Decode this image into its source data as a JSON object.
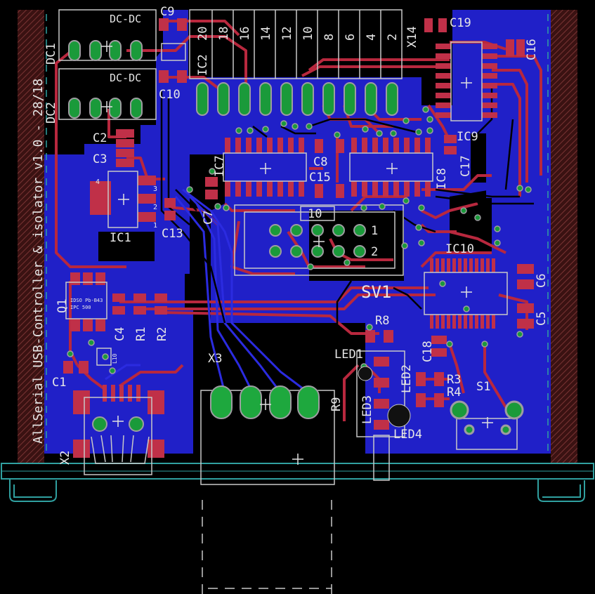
{
  "board": {
    "title": "AllSerial USB-Controller & isolator v1.0 - 28/18",
    "colors": {
      "background": "#000000",
      "bottom_copper": "#2020c8",
      "top_copper": "#b8283e",
      "pad": "#9d9da0",
      "via": "#1a9a3a",
      "silkscreen": "#d8d8d8",
      "component_outline": "#c0c0c0",
      "dimension": "#30a0a0",
      "hatched_edge": "#6a2a2a"
    }
  },
  "labels": {
    "dc1": "DC1",
    "dc2": "DC2",
    "dcdc1": "DC-DC",
    "dcdc2": "DC-DC",
    "c9": "C9",
    "c10": "C10",
    "c2": "C2",
    "c3": "C3",
    "c13": "C13",
    "ic1": "IC1",
    "ic2": "IC2",
    "ic7": "IC7",
    "ic8": "IC8",
    "ic9": "IC9",
    "ic10": "IC10",
    "c7": "C7",
    "c8": "C8",
    "c15": "C15",
    "c17": "C17",
    "c19": "C19",
    "c16": "C16",
    "x14": "X14",
    "sv1": "SV1",
    "sv1_pin10": "10",
    "sv1_pin1": "1",
    "sv1_pin2": "2",
    "q1": "Q1",
    "c4": "C4",
    "r1": "R1",
    "r2": "R2",
    "c1": "C1",
    "x2": "X2",
    "x3": "X3",
    "r8": "R8",
    "r9": "R9",
    "led1": "LED1",
    "led2": "LED2",
    "led3": "LED3",
    "led4": "LED4",
    "c18": "C18",
    "r3": "R3",
    "r4": "R4",
    "s1": "S1",
    "c5": "C5",
    "c6": "C6",
    "ic1_pin4": "4",
    "ic1_pin3": "3",
    "ic1_pin2": "2",
    "ic1_pin1": "1",
    "q1_marking": "IDSO Pb-B43",
    "q1_marking2": "IPC 500",
    "l10": "L10"
  },
  "connector_pins": [
    "20",
    "18",
    "16",
    "14",
    "12",
    "10",
    "8",
    "6",
    "4",
    "2"
  ]
}
